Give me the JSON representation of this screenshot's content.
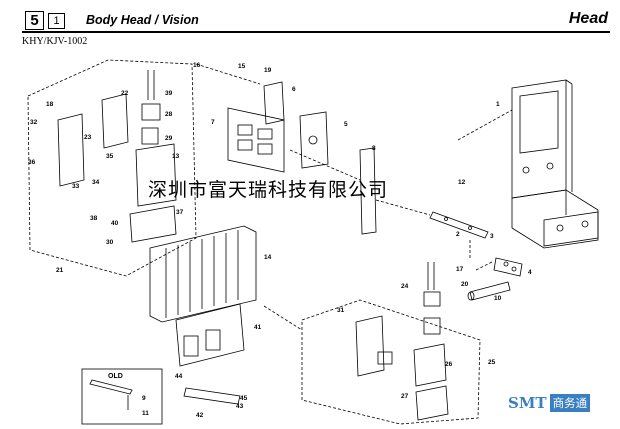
{
  "header": {
    "section_number": "5",
    "sub_number": "1",
    "title": "Body Head / Vision",
    "right_title": "Head",
    "model": "KHY/KJV-1002"
  },
  "watermark": "深圳市富天瑞科技有限公司",
  "badge": {
    "brand": "SMT",
    "label": "商务通",
    "color": "#3a7fc0"
  },
  "old_box_label": "OLD",
  "callouts": {
    "c1": "1",
    "c2": "2",
    "c3": "3",
    "c4": "4",
    "c5": "5",
    "c6": "6",
    "c7": "7",
    "c8": "8",
    "c9": "9",
    "c10": "10",
    "c11": "11",
    "c12": "12",
    "c13": "13",
    "c14": "14",
    "c15": "15",
    "c16": "16",
    "c17": "17",
    "c18": "18",
    "c19": "19",
    "c20": "20",
    "c21": "21",
    "c22": "22",
    "c23": "23",
    "c24": "24",
    "c25": "25",
    "c26": "26",
    "c27": "27",
    "c28": "28",
    "c29": "29",
    "c30": "30",
    "c31": "31",
    "c32": "32",
    "c33": "33",
    "c34": "34",
    "c35": "35",
    "c36": "36",
    "c37": "37",
    "c38": "38",
    "c39": "39",
    "c40": "40",
    "c41": "41",
    "c42": "42",
    "c43": "43",
    "c44": "44",
    "c45": "45"
  }
}
